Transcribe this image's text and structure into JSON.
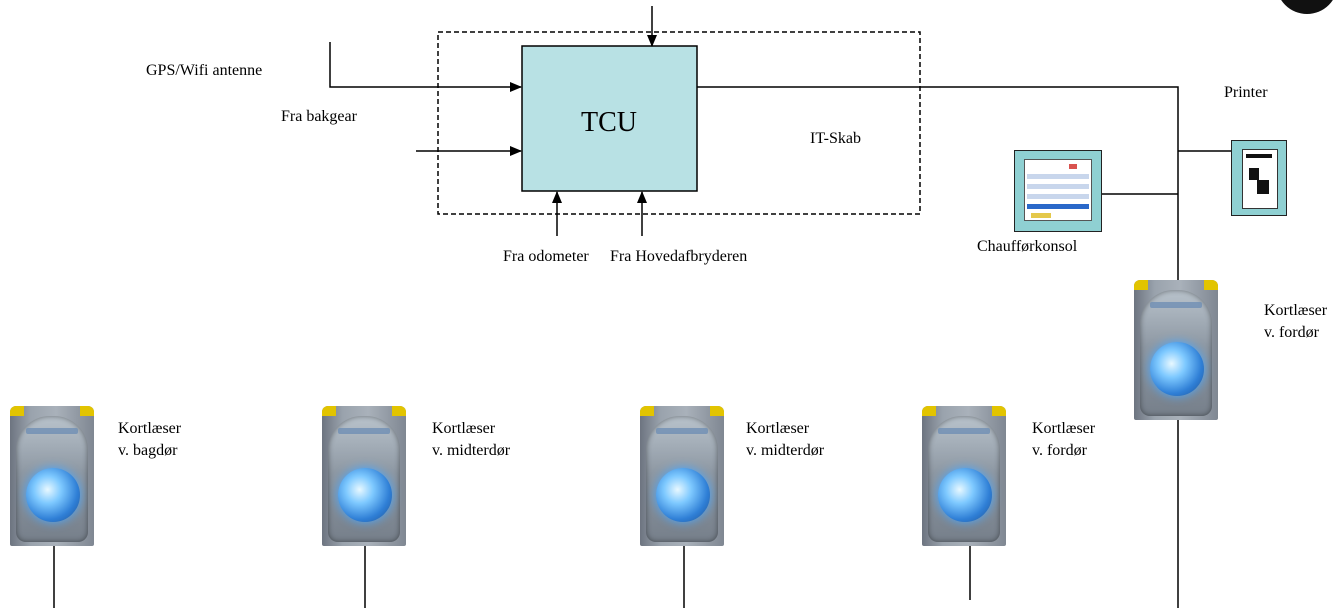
{
  "tcu": {
    "label": "TCU"
  },
  "cabinet": {
    "label": "IT-Skab"
  },
  "inputs": {
    "antenna": "GPS/Wifi antenne",
    "reverse_gear": "Fra bakgear",
    "odometer": "Fra odometer",
    "main_switch": "Fra Hovedafbryderen"
  },
  "devices": {
    "printer": "Printer",
    "driver_console": "Chaufførkonsol"
  },
  "readers": [
    {
      "line1": "Kortlæser",
      "line2": "v. bagdør"
    },
    {
      "line1": "Kortlæser",
      "line2": "v. midterdør"
    },
    {
      "line1": "Kortlæser",
      "line2": "v. midterdør"
    },
    {
      "line1": "Kortlæser",
      "line2": "v. fordør"
    },
    {
      "line1": "Kortlæser",
      "line2": "v. fordør"
    }
  ],
  "colors": {
    "tcu_fill": "#b8e1e4",
    "device_fill": "#8fd0d2",
    "line": "#000000"
  }
}
